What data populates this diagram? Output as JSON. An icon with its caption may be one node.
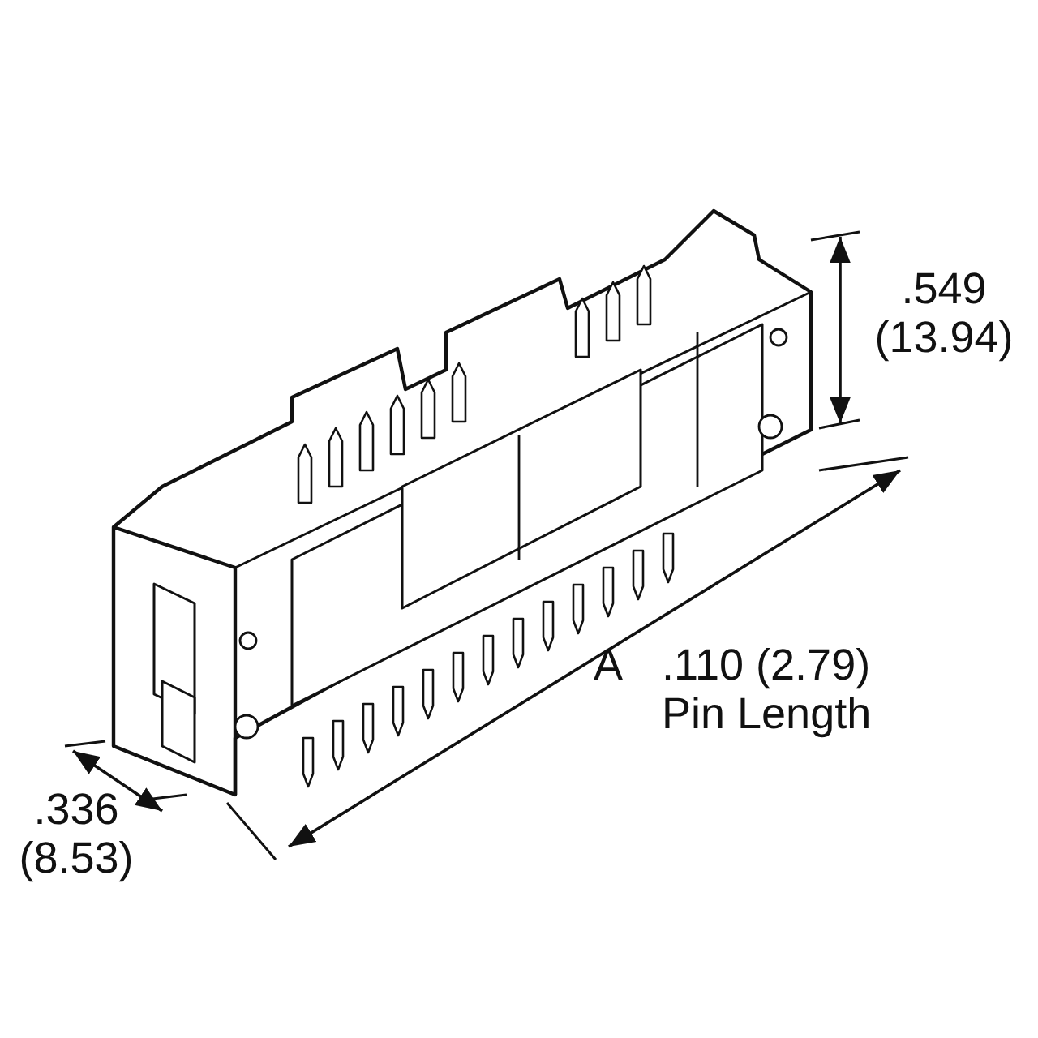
{
  "diagram": {
    "labels": [
      ".549 (13.94)",
      "A",
      ".110 (2.79) Pin Length",
      ".336 (8.53)"
    ]
  }
}
